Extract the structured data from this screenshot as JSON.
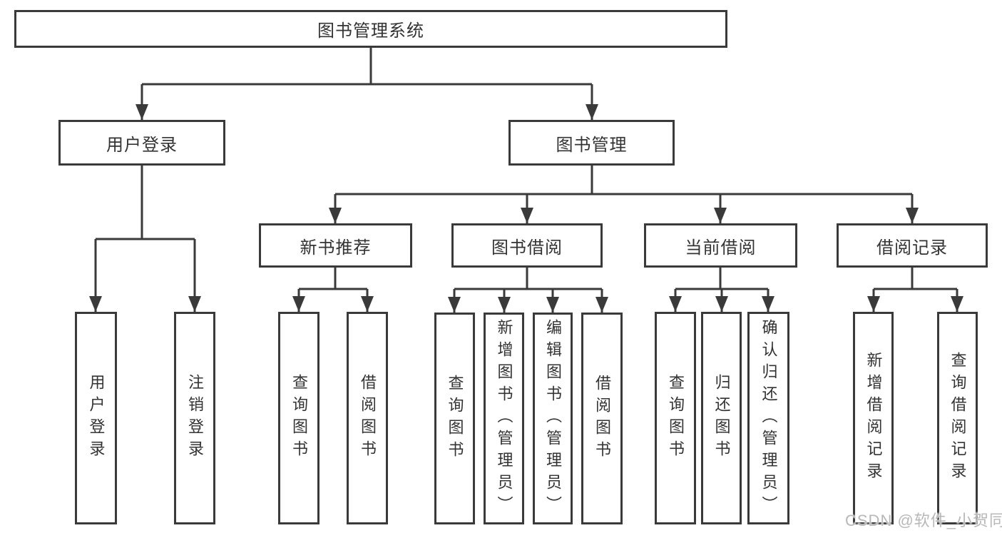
{
  "title": "图书管理系统",
  "colors": {
    "line": "#3a3a3a",
    "text": "#333333",
    "watermark": "#b8b8b8",
    "background": "#ffffff"
  },
  "nodes": {
    "root": "图书管理系统",
    "user_login": "用户登录",
    "book_mgmt": "图书管理",
    "new_book_rec": "新书推荐",
    "book_borrow": "图书借阅",
    "current_borrow": "当前借阅",
    "borrow_records": "借阅记录",
    "ul_user_login": "用户登录",
    "ul_logout": "注销登录",
    "nbr_query_books": "查询图书",
    "nbr_borrow_books": "借阅图书",
    "bb_query_books": "查询图书",
    "bb_add_books": "新增图书（管理员）",
    "bb_edit_books": "编辑图书（管理员）",
    "bb_borrow_books": "借阅图书",
    "cb_query_books": "查询图书",
    "cb_return_books": "归还图书",
    "cb_confirm_return": "确认归还（管理员）",
    "br_add_record": "新增借阅记录",
    "br_query_record": "查询借阅记录"
  },
  "watermark": "CSDN @软件_小贺同学"
}
